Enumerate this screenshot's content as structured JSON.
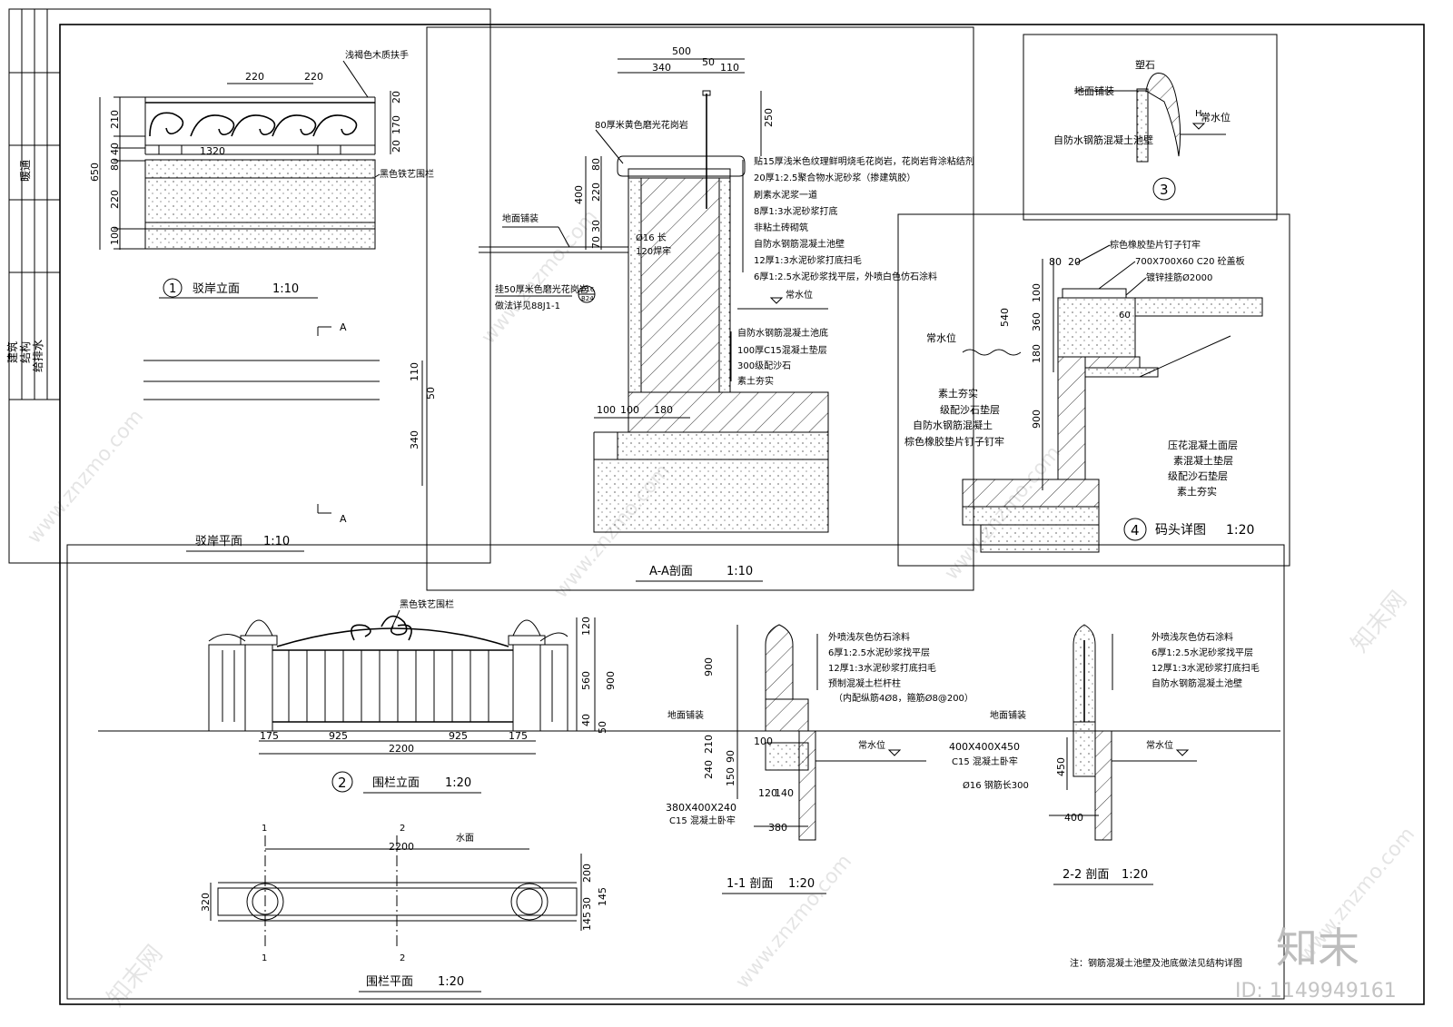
{
  "title_block": {
    "col1": "建筑",
    "col2": "结构",
    "col3": "给排水",
    "col4": "暖通"
  },
  "d1": {
    "title": "驳岸立面",
    "scale": "1:10",
    "notes": {
      "handrail": "浅褐色木质扶手",
      "rail": "黑色铁艺围栏"
    },
    "dims": {
      "top_a": "220",
      "top_b": "220",
      "width": "1320",
      "h210": "210",
      "h40": "40",
      "h80": "80",
      "h220": "220",
      "h100": "100",
      "total": "650",
      "r20a": "20",
      "r170": "170",
      "r20b": "20"
    }
  },
  "plan1": {
    "title": "驳岸平面",
    "scale": "1:10",
    "cut": "A",
    "dims": {
      "d110": "110",
      "d340": "340",
      "d50": "50"
    }
  },
  "aa": {
    "title": "A-A剖面",
    "scale": "1:10",
    "dims": {
      "w500": "500",
      "w340": "340",
      "w50": "50",
      "w110": "110",
      "h250": "250",
      "h80": "80",
      "h220": "220",
      "h400": "400",
      "h30": "30",
      "h70": "70",
      "b100a": "100",
      "b100b": "100",
      "b180": "180"
    },
    "left_notes": {
      "cap": "80厚米黄色磨光花岗岩",
      "ground": "地面铺装",
      "rod": "Ø16 长",
      "rod2": "120焊牢",
      "lower": "挂50厚米色磨光花岗岩",
      "lower2": "做法详见88J1-1",
      "ref": "D16",
      "ref2": "B24"
    },
    "right_notes": [
      "贴15厚浅米色纹理鲜明烧毛花岗岩，花岗岩背涂粘结剂",
      "20厚1:2.5聚合物水泥砂浆（掺建筑胶）",
      "刷素水泥浆一道",
      "8厚1:3水泥砂浆打底",
      "非粘土砖砌筑",
      "自防水钢筋混凝土池壁",
      "12厚1:3水泥砂浆打底扫毛",
      "6厚1:2.5水泥砂浆找平层，外喷白色仿石涂料"
    ],
    "water": "常水位",
    "base_notes": [
      "自防水钢筋混凝土池底",
      "100厚C15混凝土垫层",
      "300级配沙石",
      "素土夯实"
    ]
  },
  "d3": {
    "labels": {
      "stone": "塑石",
      "ground": "地面铺装",
      "wall": "自防水钢筋混凝土池壁",
      "water": "常水位",
      "h": "H"
    },
    "num": "3"
  },
  "d4": {
    "title": "码头详图",
    "scale": "1:20",
    "num": "4",
    "top_notes": [
      "棕色橡胶垫片钉子钉牢",
      "700X700X60 C20 砼盖板",
      "镀锌挂筋Ø2000"
    ],
    "dims": {
      "w80": "80",
      "w20": "20",
      "h100": "100",
      "h360": "360",
      "h540": "540",
      "h180": "180",
      "h900": "900",
      "h60": "60"
    },
    "water": "常水位",
    "left_notes": [
      "素土夯实",
      "级配沙石垫层",
      "自防水钢筋混凝土",
      "棕色橡胶垫片钉子钉牢"
    ],
    "right_notes": [
      "压花混凝土面层",
      "素混凝土垫层",
      "级配沙石垫层",
      "素土夯实"
    ]
  },
  "d2": {
    "title": "围栏立面",
    "scale": "1:20",
    "num": "2",
    "rail": "黑色铁艺围栏",
    "dims": {
      "a175": "175",
      "b925": "925",
      "c925": "925",
      "d175": "175",
      "total": "2200",
      "h120": "120",
      "h560": "560",
      "h900": "900",
      "h40": "40",
      "h50": "50"
    }
  },
  "plan2": {
    "title": "围栏平面",
    "scale": "1:20",
    "water": "水面",
    "dims": {
      "total": "2200",
      "w320": "320",
      "h200": "200",
      "h30": "30",
      "h145a": "145",
      "h145b": "145"
    },
    "cuts": {
      "c1": "1",
      "c2": "2"
    }
  },
  "s11": {
    "title": "1-1 剖面",
    "scale": "1:20",
    "notes": [
      "外喷浅灰色仿石涂料",
      "6厚1:2.5水泥砂浆找平层",
      "12厚1:3水泥砂浆打底扫毛",
      "预制混凝土栏杆柱",
      "（内配纵筋4Ø8，箍筋Ø8@200）"
    ],
    "ground": "地面铺装",
    "water": "常水位",
    "dims": {
      "h900": "900",
      "h210": "210",
      "h240": "240",
      "h100": "100",
      "h90": "90",
      "h150": "150",
      "w120": "120",
      "w140": "140",
      "w380": "380"
    },
    "footing": "380X400X240",
    "footing2": "C15 混凝土卧牢"
  },
  "s22": {
    "title": "2-2 剖面",
    "scale": "1:20",
    "notes": [
      "外喷浅灰色仿石涂料",
      "6厚1:2.5水泥砂浆找平层",
      "12厚1:3水泥砂浆打底扫毛",
      "自防水钢筋混凝土池壁"
    ],
    "ground": "地面铺装",
    "water": "常水位",
    "footing": "400X400X450",
    "footing2": "C15 混凝土卧牢",
    "rebar": "Ø16 钢筋长300",
    "dims": {
      "h450": "450",
      "w400": "400"
    }
  },
  "note": "注：钢筋混凝土池壁及池底做法见结构详图",
  "watermark": {
    "brand": "知末",
    "site": "www.znzmo.com",
    "id": "ID: 1149949161",
    "small": "知末网"
  }
}
